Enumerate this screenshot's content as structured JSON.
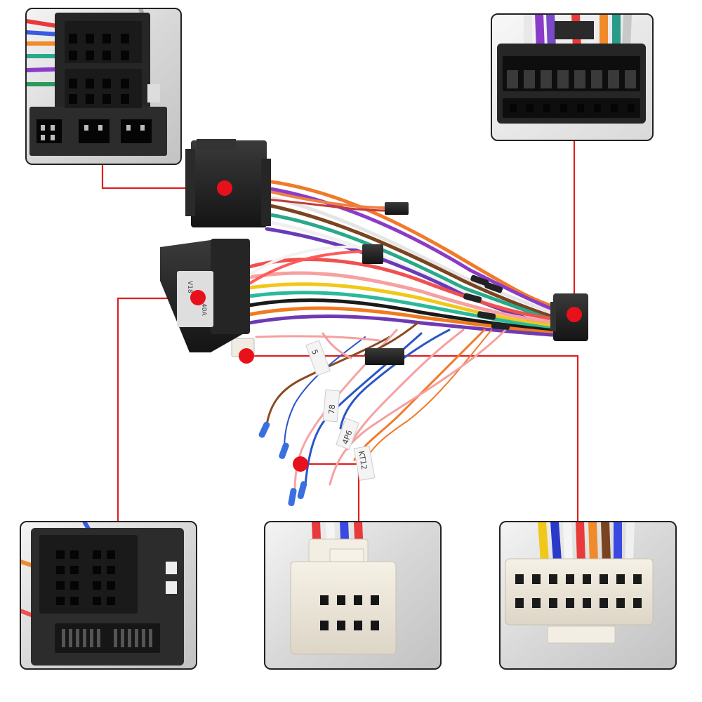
{
  "colors": {
    "background": "#ffffff",
    "callout_line": "#e01e1e",
    "callout_dot": "#e8101a",
    "inset_border": "#222222",
    "connector_black": "#1e1e1e",
    "connector_white": "#f1ece1"
  },
  "connector_labels": {
    "label_1": "5",
    "label_2": "78",
    "label_3": "4P6",
    "label_4": "KT12",
    "label_5": "40A",
    "label_6": "V18"
  },
  "insets": [
    {
      "id": "iso-connector",
      "position": "top-left"
    },
    {
      "id": "head-unit-16pin-black",
      "position": "top-right"
    },
    {
      "id": "quadlock-connector",
      "position": "bottom-left"
    },
    {
      "id": "white-8pin-connector",
      "position": "bottom-center"
    },
    {
      "id": "white-16pin-connector",
      "position": "bottom-right"
    }
  ]
}
